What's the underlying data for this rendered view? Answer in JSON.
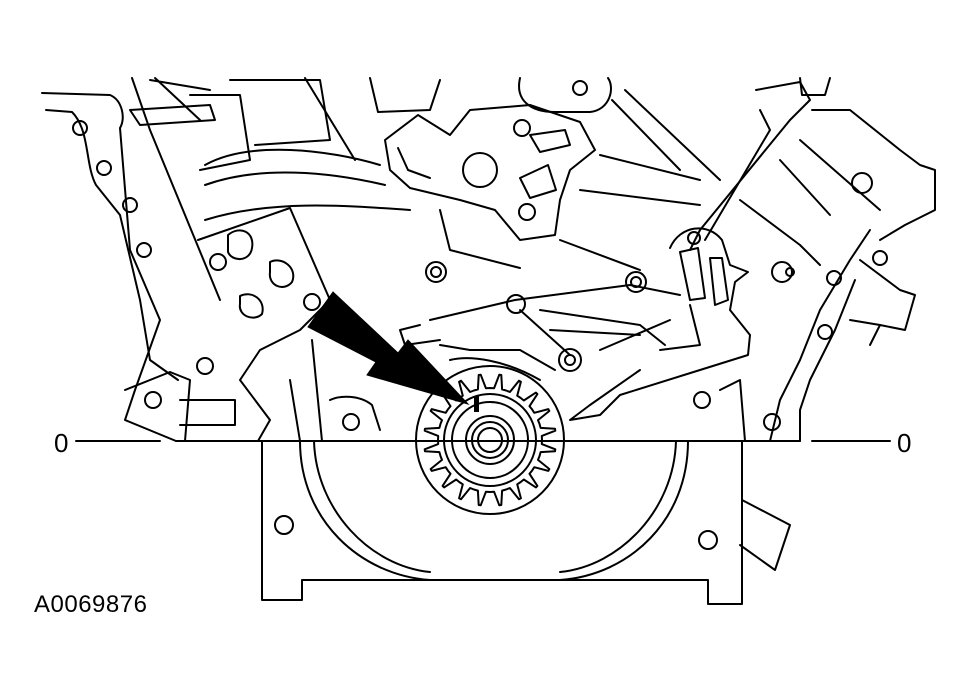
{
  "figure": {
    "id_label": "A0069876",
    "zero_mark_left": "0",
    "zero_mark_right": "0"
  },
  "colors": {
    "line": "#000000",
    "background": "#ffffff"
  },
  "callout": {
    "icon": "arrow-pointer-icon"
  }
}
